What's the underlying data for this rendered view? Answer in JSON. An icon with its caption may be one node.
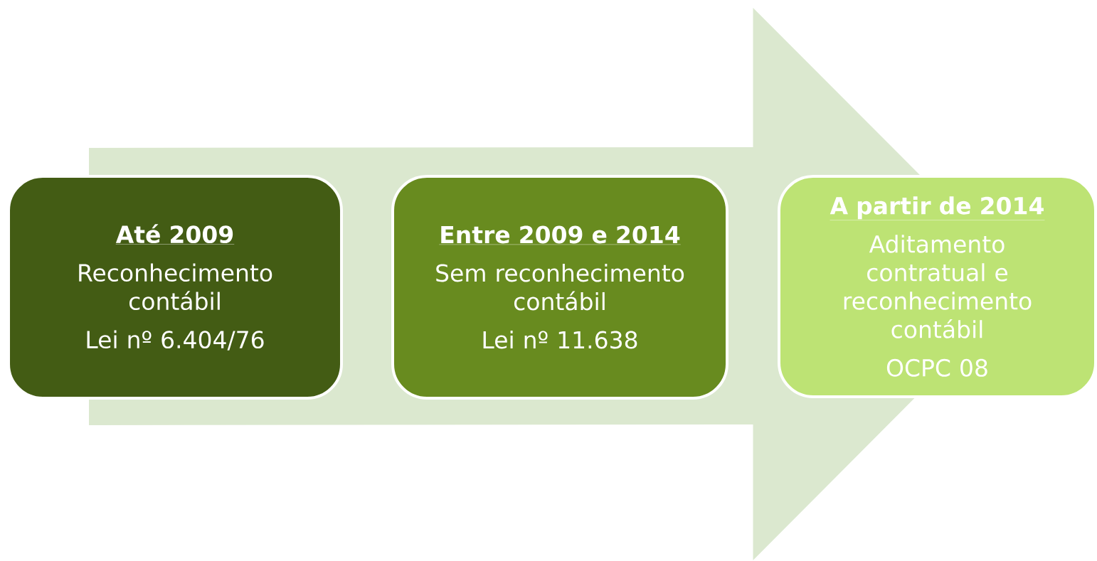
{
  "diagram": {
    "nodes": [
      {
        "text": [
          "Até 2009",
          "Reconhecimento contábil",
          "Lei nº 6.404/76"
        ]
      },
      {
        "text": [
          "Entre 2009 e 2014",
          "Sem reconhecimento contábil",
          "Lei nº 11.638"
        ]
      },
      {
        "text": [
          "A partir de 2014",
          "Aditamento contratual e reconhecimento contábil",
          "OCPC 08"
        ]
      }
    ],
    "edges": [
      {
        "from": 0,
        "to": 2,
        "arrow": "to"
      }
    ]
  }
}
